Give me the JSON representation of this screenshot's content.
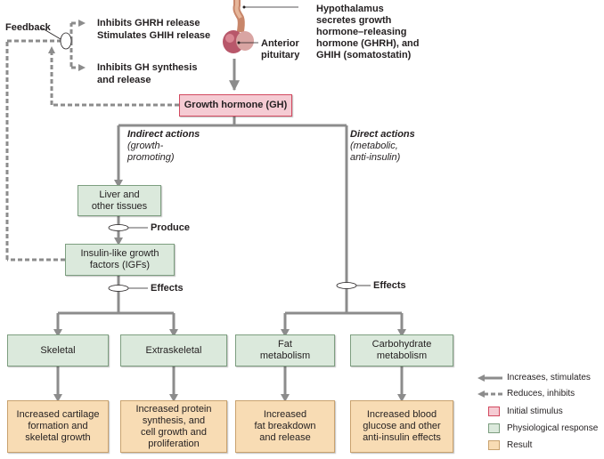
{
  "colors": {
    "initial_stimulus": "#f5cbd3",
    "physiological_response": "#dbe9dc",
    "result": "#f8dcb4",
    "arrow": "#8c8c8c"
  },
  "hypothalamus": {
    "text": "Hypothalamus\nsecretes growth\nhormone–releasing\nhormone (GHRH), and\nGHIH (somatostatin)",
    "pituitary_label": "Anterior\npituitary"
  },
  "feedback": {
    "label": "Feedback",
    "line1": "Inhibits GHRH release\nStimulates GHIH release",
    "line2": "Inhibits GH synthesis\nand release"
  },
  "gh_box": "Growth hormone (GH)",
  "indirect": {
    "title": "Indirect actions",
    "sub": "(growth-\npromoting)"
  },
  "direct": {
    "title": "Direct actions",
    "sub": "(metabolic,\nanti-insulin)"
  },
  "liver_box": "Liver and\nother tissues",
  "produce_label": "Produce",
  "igf_box": "Insulin-like growth\nfactors (IGFs)",
  "effects_left": "Effects",
  "effects_right": "Effects",
  "responses": [
    "Skeletal",
    "Extraskeletal",
    "Fat\nmetabolism",
    "Carbohydrate\nmetabolism"
  ],
  "results": [
    "Increased cartilage\nformation and\nskeletal growth",
    "Increased protein\nsynthesis, and\ncell growth and\nproliferation",
    "Increased\nfat breakdown\nand release",
    "Increased blood\nglucose and other\nanti-insulin effects"
  ],
  "legend": {
    "increases": "Increases, stimulates",
    "reduces": "Reduces, inhibits",
    "initial": "Initial stimulus",
    "physio": "Physiological response",
    "result": "Result"
  }
}
